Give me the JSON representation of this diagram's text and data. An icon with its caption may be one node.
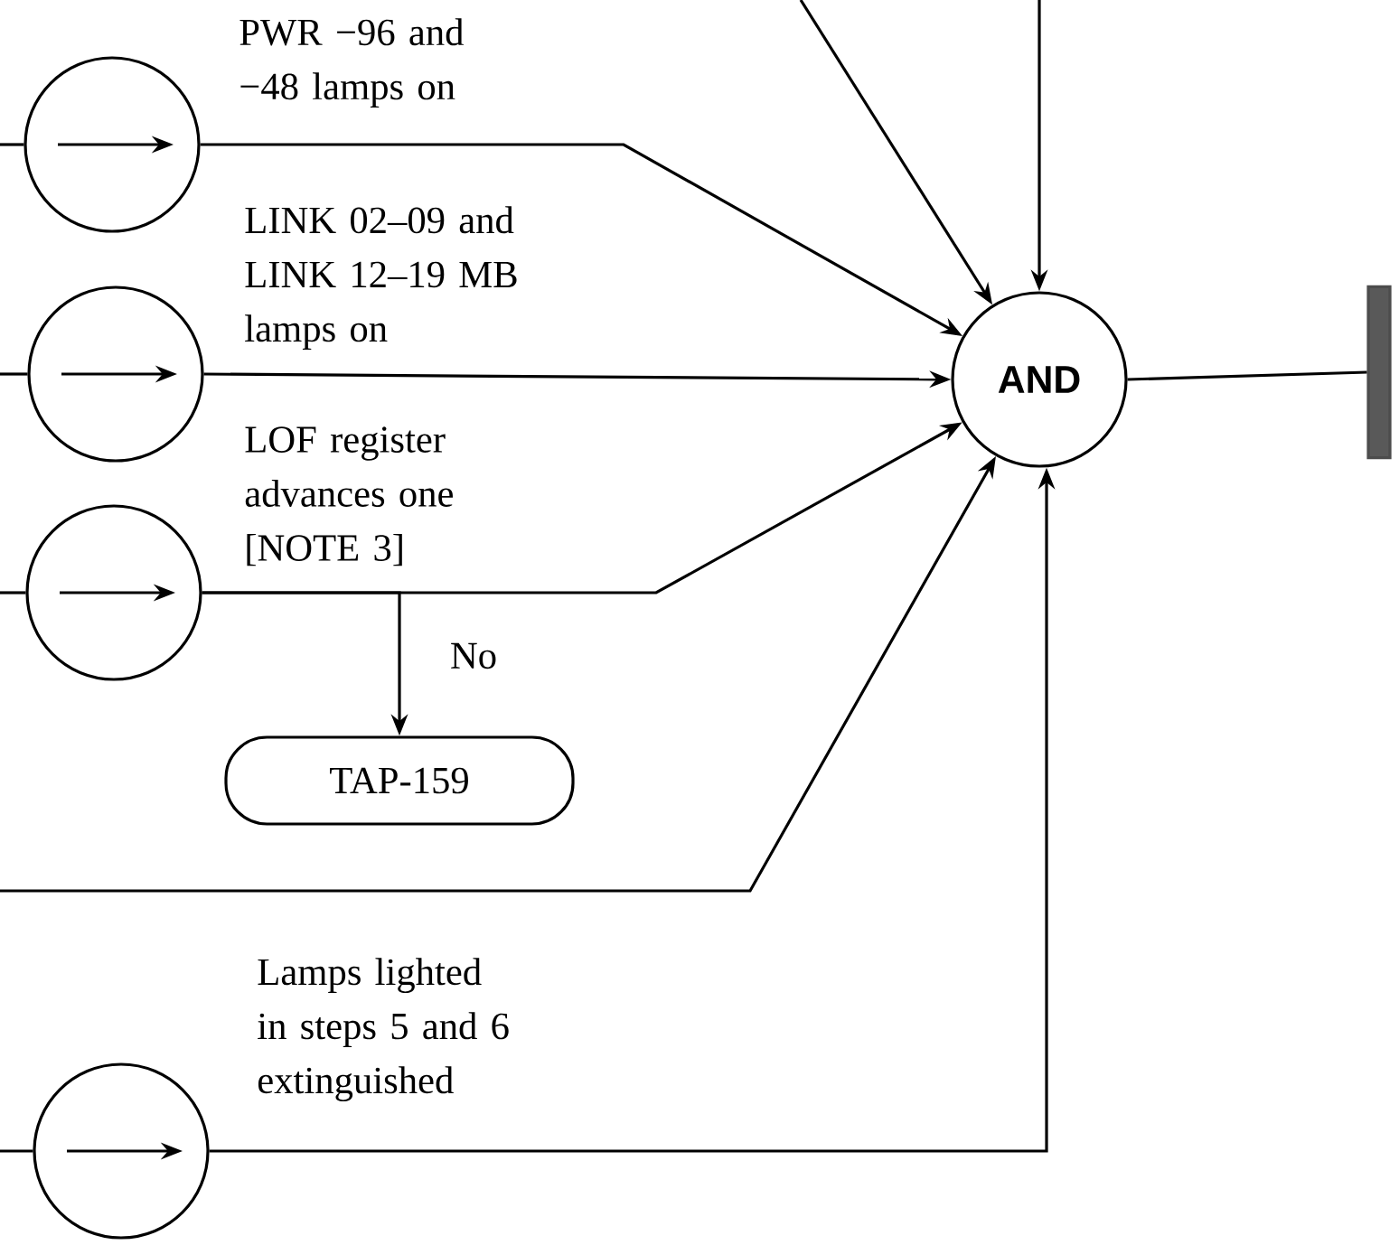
{
  "diagram": {
    "nodes": [
      {
        "text": [],
        "shape": "circle"
      },
      {
        "text": [],
        "shape": "circle"
      },
      {
        "text": [],
        "shape": "circle"
      },
      {
        "text": [
          "TAP-159"
        ]
      },
      {
        "text": [],
        "shape": "circle"
      },
      {
        "text": [
          "AND"
        ]
      },
      {
        "text": [],
        "shape": "bar"
      }
    ],
    "edges": [
      {
        "from": null,
        "to": 0,
        "arrow": "none"
      },
      {
        "from": 0,
        "to": 5,
        "arrow": "to",
        "label": "PWR −96 and −48 lamps on"
      },
      {
        "from": null,
        "to": 5,
        "arrow": "to"
      },
      {
        "from": null,
        "to": 5,
        "arrow": "to"
      },
      {
        "from": null,
        "to": 1,
        "arrow": "none"
      },
      {
        "from": 1,
        "to": 5,
        "arrow": "to",
        "label": "LINK 02–09 and LINK 12–19 MB lamps on"
      },
      {
        "from": null,
        "to": 2,
        "arrow": "none"
      },
      {
        "from": 2,
        "to": 5,
        "arrow": "to",
        "label": "LOF register advances one [NOTE 3]"
      },
      {
        "from": 2,
        "to": 3,
        "arrow": "to",
        "label": "No"
      },
      {
        "from": null,
        "to": 5,
        "arrow": "to"
      },
      {
        "from": null,
        "to": 4,
        "arrow": "none"
      },
      {
        "from": 4,
        "to": 5,
        "arrow": "to",
        "label": "Lamps lighted in steps 5 and 6 extinguished"
      },
      {
        "from": 5,
        "to": 6,
        "arrow": "none"
      }
    ]
  }
}
